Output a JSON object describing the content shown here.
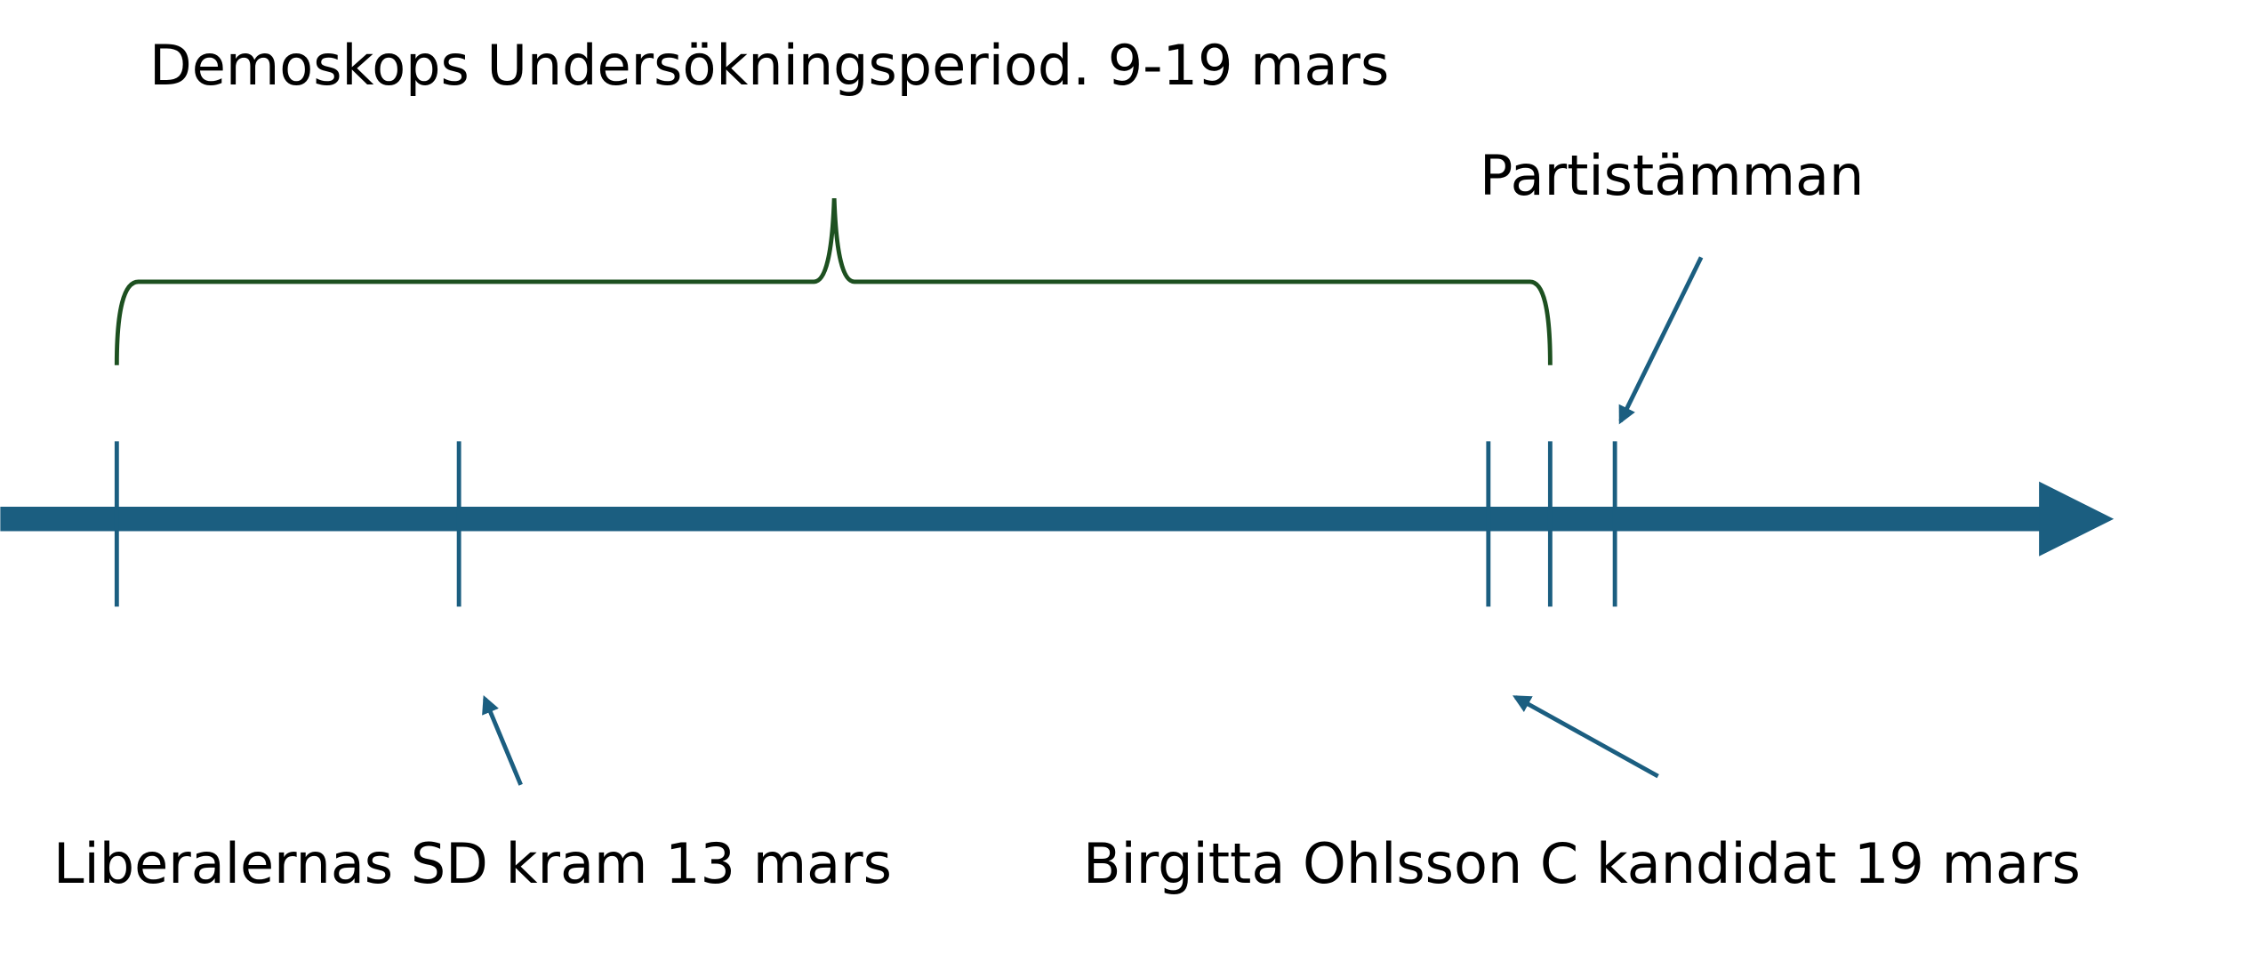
{
  "title": "Demoskops Undersökningsperiod. 9-19 mars",
  "events": {
    "partistamman": "Partistämman",
    "liberalerna": "Liberalernas SD kram 13 mars",
    "birgitta": "Birgitta Ohlsson C kandidat 19 mars"
  },
  "colors": {
    "timeline": "#1b5e80",
    "bracket": "#1d5020",
    "text": "#000000"
  }
}
